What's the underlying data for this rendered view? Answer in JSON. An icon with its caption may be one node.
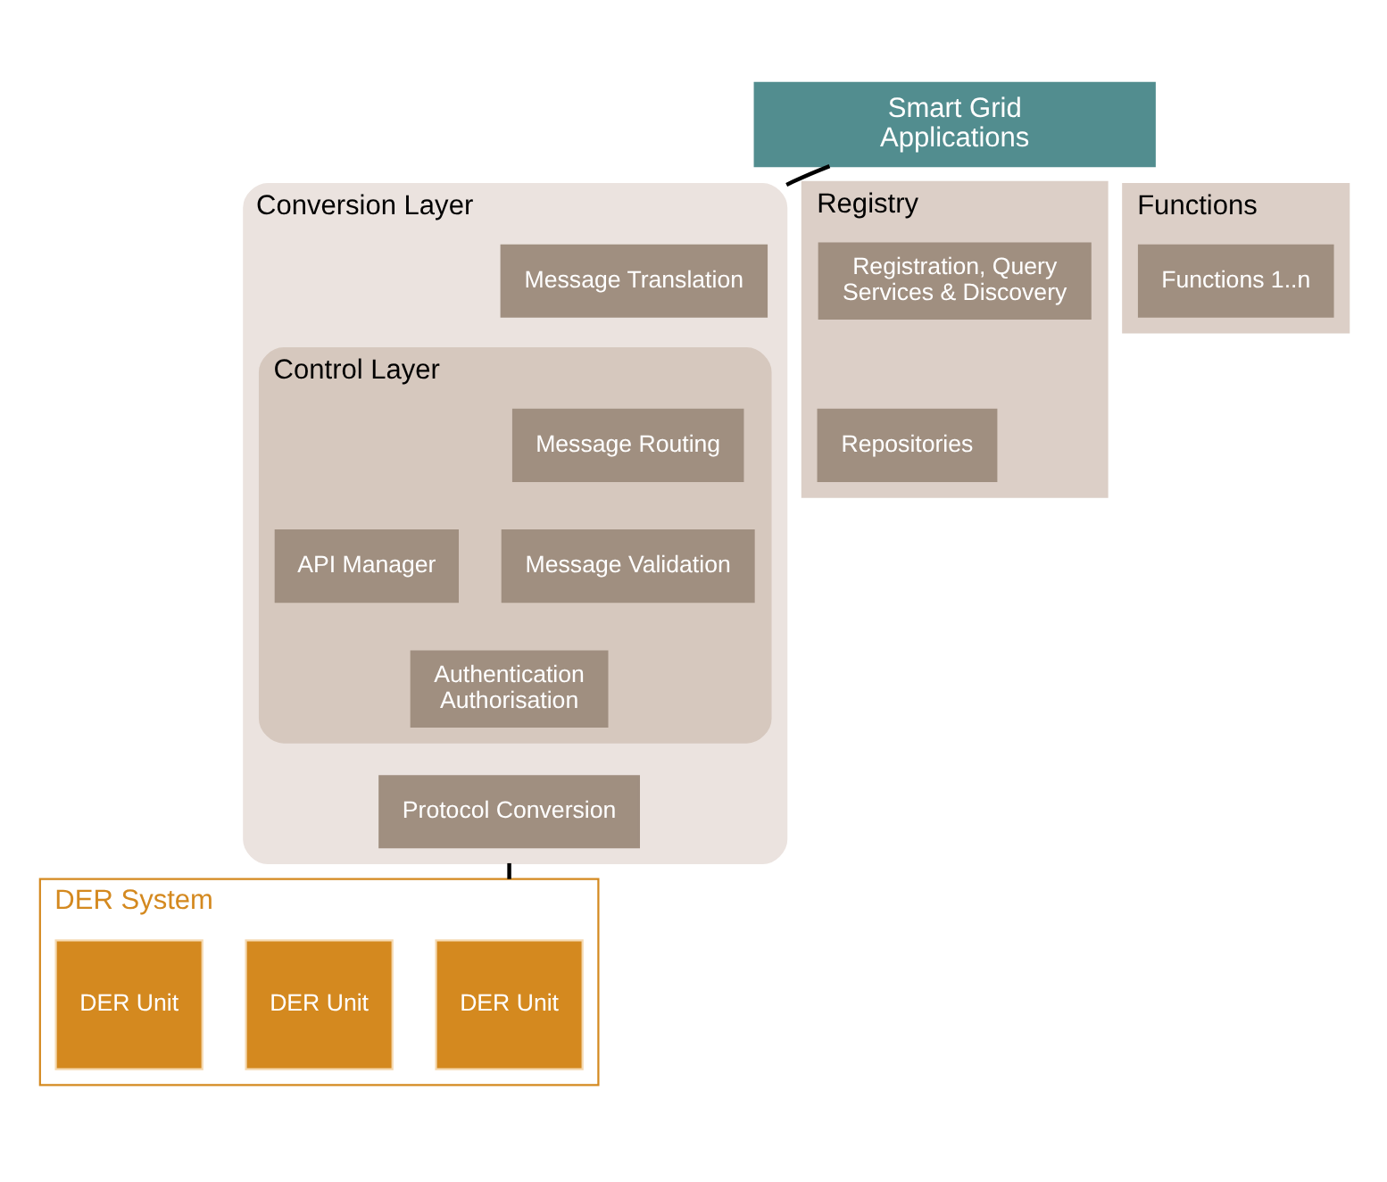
{
  "diagram": {
    "nodes": [
      {
        "text": [
          "Smart Grid Applications"
        ]
      },
      {
        "text": [
          "Conversion Layer"
        ]
      },
      {
        "text": [
          "Message Translation"
        ],
        "in": 1
      },
      {
        "text": [
          "Control Layer"
        ],
        "in": 1
      },
      {
        "text": [
          "Message Routing"
        ],
        "in": 3
      },
      {
        "text": [
          "API Manager"
        ],
        "in": 3
      },
      {
        "text": [
          "Message Validation"
        ],
        "in": 3
      },
      {
        "text": [
          "Authentication Authorisation"
        ],
        "in": 3
      },
      {
        "text": [
          "Protocol Conversion"
        ],
        "in": 1
      },
      {
        "text": [
          "Registry"
        ]
      },
      {
        "text": [
          "Registration, Query Services & Discovery"
        ],
        "in": 9
      },
      {
        "text": [
          "Repositories"
        ],
        "in": 9
      },
      {
        "text": [
          "Functions"
        ]
      },
      {
        "text": [
          "Functions 1..n"
        ],
        "in": 12
      },
      {
        "text": [
          "DER System"
        ]
      },
      {
        "text": [
          "DER Unit"
        ],
        "in": 14
      },
      {
        "text": [
          "DER Unit"
        ],
        "in": 14
      },
      {
        "text": [
          "DER Unit"
        ],
        "in": 14
      }
    ],
    "edges": [
      {
        "from": 0,
        "to": 1,
        "arrow": "none"
      },
      {
        "from": 1,
        "to": 14,
        "arrow": "none"
      }
    ]
  }
}
